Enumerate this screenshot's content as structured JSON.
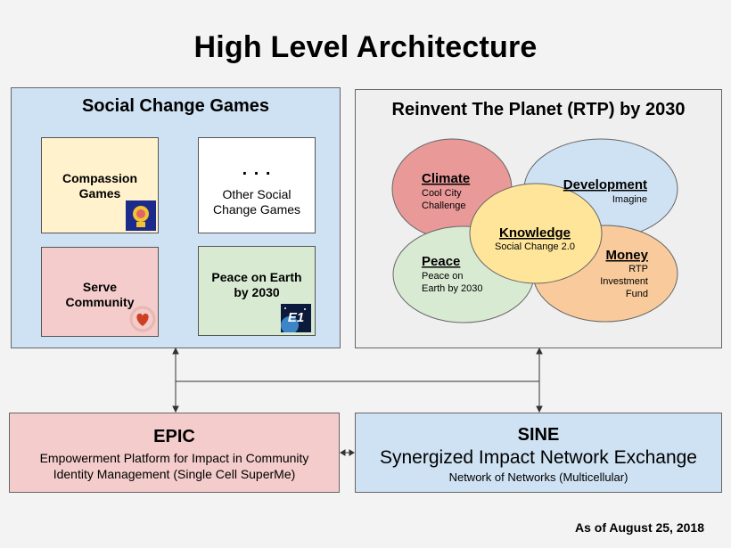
{
  "title": "High Level Architecture",
  "social_change_games": {
    "title": "Social Change Games",
    "cards": {
      "compassion": {
        "line1": "Compassion",
        "line2": "Games"
      },
      "other": {
        "dots": ". . .",
        "line1": "Other Social",
        "line2": "Change Games"
      },
      "serve": {
        "line1": "Serve",
        "line2": "Community"
      },
      "peace": {
        "line1": "Peace on Earth",
        "line2": "by 2030",
        "badge_text": "E1"
      }
    }
  },
  "rtp": {
    "title": "Reinvent The Planet (RTP) by 2030",
    "circles": {
      "climate": {
        "title": "Climate",
        "line1": "Cool City",
        "line2": "Challenge",
        "color": "#ea9999"
      },
      "development": {
        "title": "Development",
        "line1": "Imagine",
        "color": "#cfe2f3"
      },
      "peace": {
        "title": "Peace",
        "line1": "Peace on",
        "line2": "Earth by 2030",
        "color": "#d9ead3"
      },
      "money": {
        "title": "Money",
        "line1": "RTP",
        "line2": "Investment",
        "line3": "Fund",
        "color": "#f9cb9c"
      },
      "knowledge": {
        "title": "Knowledge",
        "line1": "Social Change 2.0",
        "color": "#ffe599"
      }
    }
  },
  "epic": {
    "title": "EPIC",
    "line1": "Empowerment Platform for Impact in Community",
    "line2": "Identity Management (Single Cell SuperMe)"
  },
  "sine": {
    "title": "SINE",
    "line1": "Synergized Impact Network Exchange",
    "line2": "Network of Networks (Multicellular)"
  },
  "as_of": "As of August 25, 2018"
}
